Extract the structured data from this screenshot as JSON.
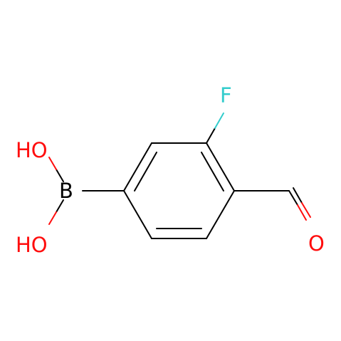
{
  "molecule": {
    "atoms": {
      "oh_top": "HO",
      "oh_bottom": "HO",
      "boron": "B",
      "fluorine": "F",
      "oxygen": "O"
    },
    "colors": {
      "bond": "#000000",
      "oxygen": "#ff0d0d",
      "boron": "#000000",
      "fluorine": "#33cccc"
    }
  }
}
